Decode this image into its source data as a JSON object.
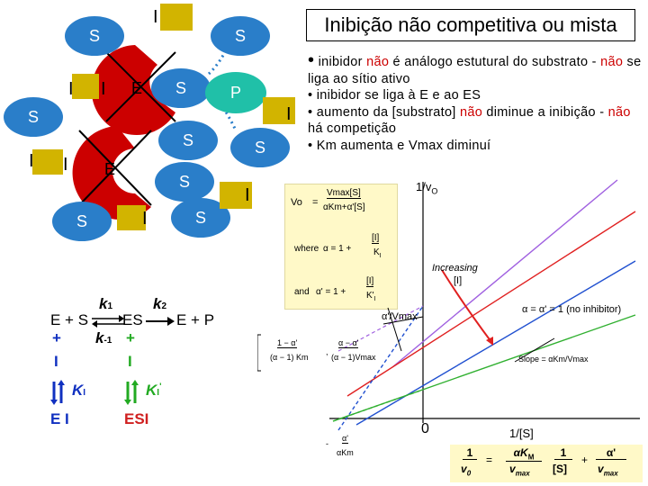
{
  "title": "Inibição não competitiva ou mista",
  "bullets": [
    {
      "marker": "•",
      "parts": [
        {
          "t": " inibidor ",
          "red": false
        },
        {
          "t": "não",
          "red": true
        },
        {
          "t": " é análogo estutural do substrato  -  ",
          "red": false
        },
        {
          "t": "não",
          "red": true
        },
        {
          "t": " se liga ao sítio ativo",
          "red": false
        }
      ]
    },
    {
      "marker": "•",
      "parts": [
        {
          "t": "  inibidor se liga à E e ao ES",
          "red": false
        }
      ]
    },
    {
      "marker": "•",
      "parts": [
        {
          "t": "  aumento da [substrato] ",
          "red": false
        },
        {
          "t": "não",
          "red": true
        },
        {
          "t": " diminue a inibição  - ",
          "red": false
        },
        {
          "t": "não",
          "red": true
        },
        {
          "t": " há competição",
          "red": false
        }
      ]
    },
    {
      "marker": "•",
      "parts": [
        {
          "t": "  Km aumenta e Vmax diminuí",
          "red": false
        }
      ]
    }
  ],
  "cartoon": {
    "s_label": "S",
    "p_label": "P",
    "e_label": "E",
    "i_label": "I",
    "colors": {
      "substrate": "#2a7ec9",
      "product": "#20c0a8",
      "enzyme": "#cc0000",
      "inhibitor": "#d2b400",
      "link": "#2a7ec9"
    }
  },
  "scheme": {
    "reactants": "E + S",
    "es": "ES",
    "products": "E + P",
    "k1": "k",
    "k1_sub": "1",
    "km1": "k",
    "km1_sub": "-1",
    "k2": "k",
    "k2_sub": "2",
    "plus": "+",
    "inhibitor": "I",
    "ki": "K",
    "ki_sub": "I",
    "kip_sup": "'",
    "ei": "E I",
    "esi": "ESI",
    "colors": {
      "blue": "#1030c0",
      "green": "#22aa22",
      "red": "#d02020"
    }
  },
  "equations": {
    "vo": "Vo",
    "eq": "=",
    "num": "Vmax[S]",
    "den": "αKm+α'[S]",
    "where": "where",
    "alpha": "α = 1 +",
    "alpha_num": "[I]",
    "alpha_den": "K",
    "alpha_den_sub": "I",
    "and": "and",
    "alphap": "α' = 1 +",
    "alphap_num": "[I]",
    "alphap_den": "K'",
    "alphap_den_sub": "I"
  },
  "plot": {
    "y_axis_label": "1/v",
    "y_axis_sub": "O",
    "x_axis_label": "1/[S]",
    "origin": "0",
    "increasing": "Increasing",
    "increasing_i": "[I]",
    "no_inhibitor": "α = α' = 1 (no inhibitor)",
    "slope": "Slope = αKm/Vmax",
    "y_int": "α'/Vmax",
    "x_coord_num": "1 − α'",
    "x_coord_den": "(α − 1) Km",
    "y_coord_num": "α − α'",
    "y_coord_den": "(α − 1)Vmax",
    "x_int_num": "α'",
    "x_int_den": "αKm",
    "neg": "-",
    "comma": ",",
    "colors": {
      "blue": "#2050d0",
      "green": "#30b030",
      "purple": "#a060e0",
      "red": "#e02020"
    }
  },
  "formula": {
    "lhs_num": "1",
    "lhs_den": "v",
    "lhs_den_sub": "0",
    "eq": "=",
    "m_num": "αK",
    "m_num_sub": "M",
    "m_den": "v",
    "m_den_sub": "max",
    "s_num": "1",
    "s_den": "[S]",
    "plus": "+",
    "b_num": "α'",
    "b_den": "v",
    "b_den_sub": "max"
  }
}
